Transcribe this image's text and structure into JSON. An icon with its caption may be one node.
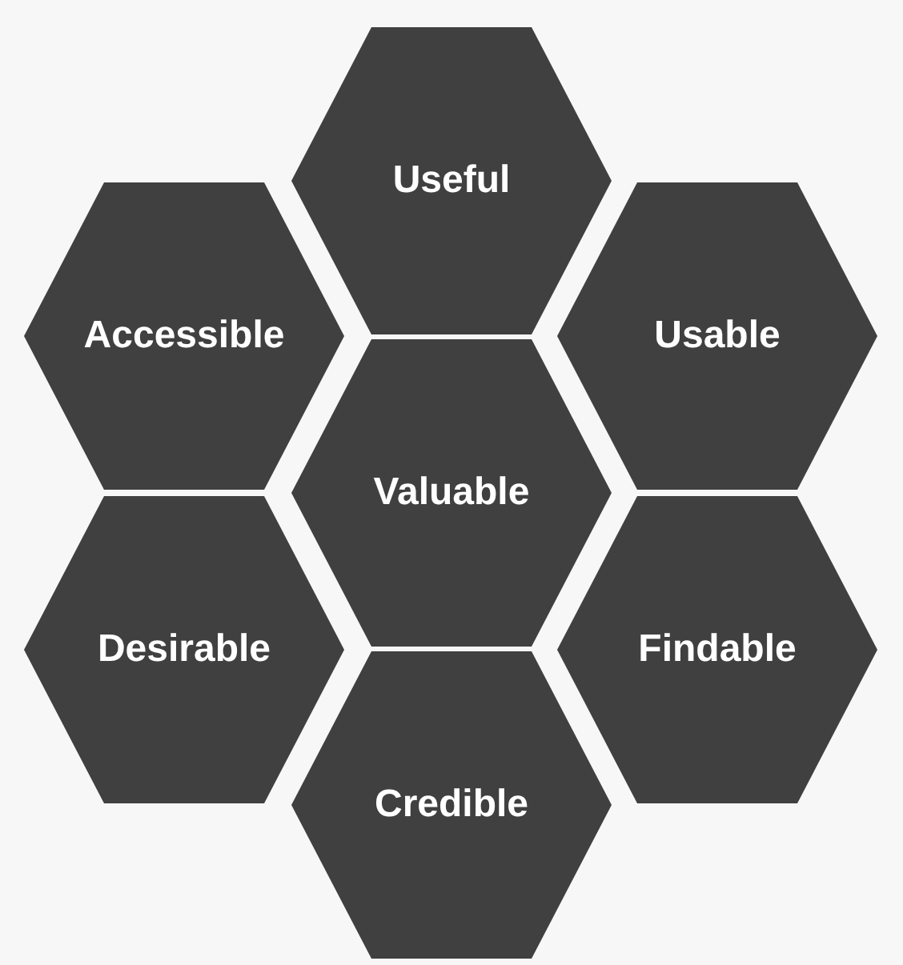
{
  "diagram": {
    "nodes": [
      {
        "text": [
          "Useful"
        ]
      },
      {
        "text": [
          "Accessible"
        ]
      },
      {
        "text": [
          "Usable"
        ]
      },
      {
        "text": [
          "Valuable"
        ]
      },
      {
        "text": [
          "Desirable"
        ]
      },
      {
        "text": [
          "Findable"
        ]
      },
      {
        "text": [
          "Credible"
        ]
      }
    ]
  }
}
